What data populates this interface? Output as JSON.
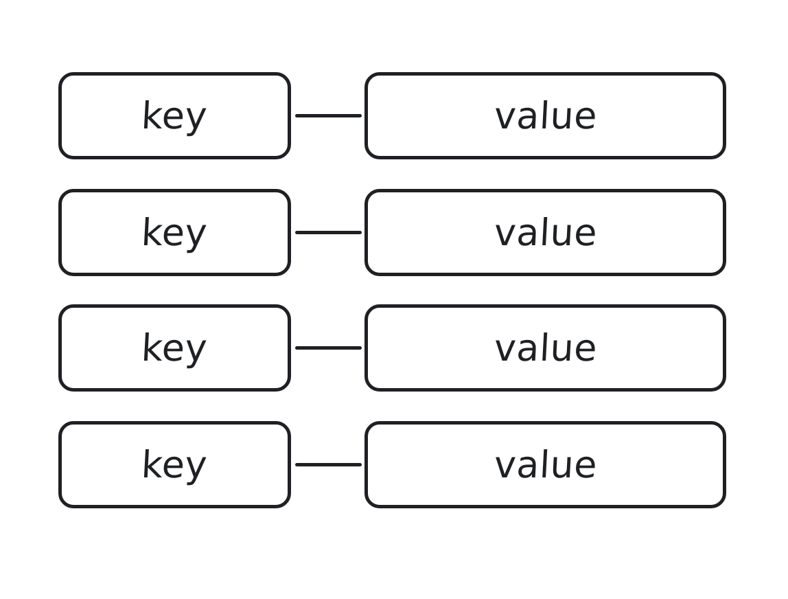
{
  "diagram": {
    "type": "key-value-pairs",
    "background_color": "#ffffff",
    "stroke_color": "#1f2023",
    "text_color": "#1f2023",
    "row_count": 4,
    "rows": [
      {
        "key": "key",
        "value": "value"
      },
      {
        "key": "key",
        "value": "value"
      },
      {
        "key": "key",
        "value": "value"
      },
      {
        "key": "key",
        "value": "value"
      }
    ]
  }
}
